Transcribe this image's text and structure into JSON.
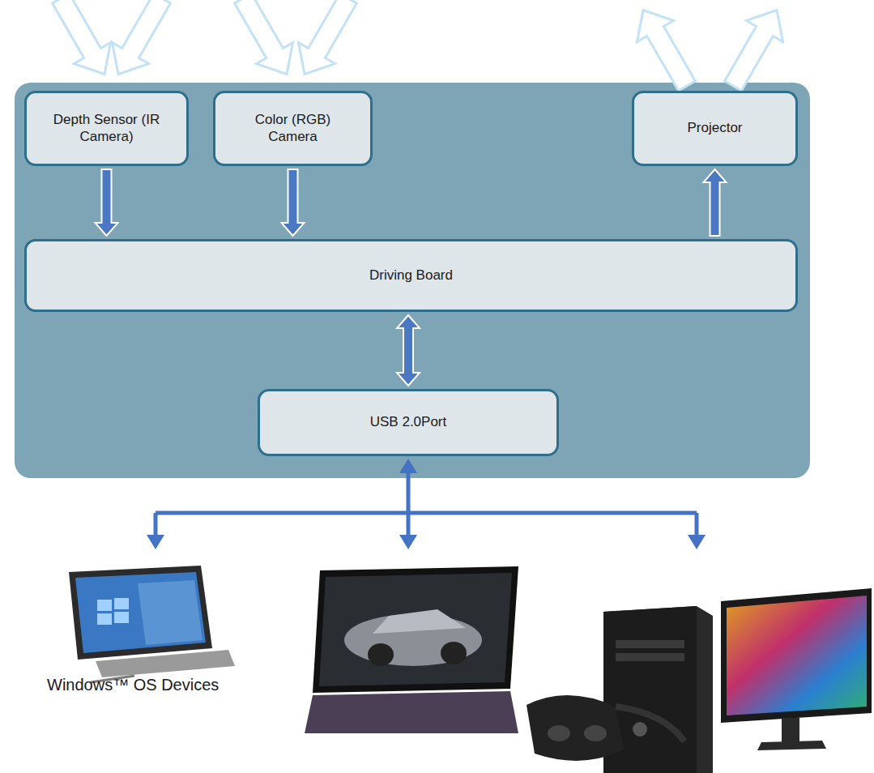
{
  "diagram": {
    "nodes": [
      {
        "text": [
          "Depth Sensor (IR Camera)"
        ]
      },
      {
        "text": [
          "Color (RGB) Camera"
        ]
      },
      {
        "text": [
          "Projector"
        ]
      },
      {
        "text": [
          "Driving Board"
        ]
      },
      {
        "text": [
          "USB 2.0Port"
        ]
      }
    ],
    "edges": [
      {
        "from": 0,
        "to": 3,
        "arrow": "to"
      },
      {
        "from": 1,
        "to": 3,
        "arrow": "to"
      },
      {
        "from": 3,
        "to": 2,
        "arrow": "to"
      },
      {
        "from": 3,
        "to": 4,
        "arrow": "both"
      }
    ],
    "labels": [
      "Windows™ OS Devices"
    ]
  }
}
